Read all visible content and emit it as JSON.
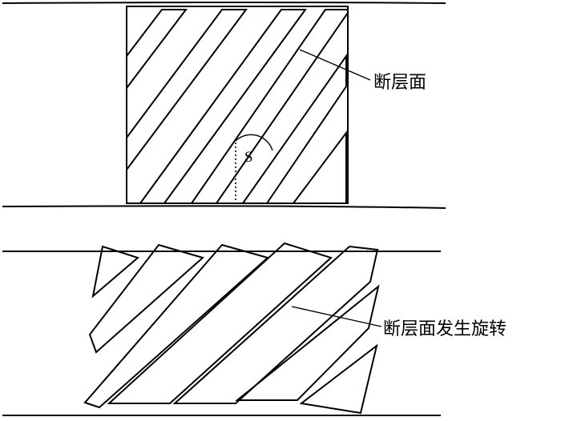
{
  "top_figure": {
    "label_fault_plane": "断层面",
    "angle_symbol": "S"
  },
  "bottom_figure": {
    "label_fault_rotation": "断层面发生旋转"
  }
}
